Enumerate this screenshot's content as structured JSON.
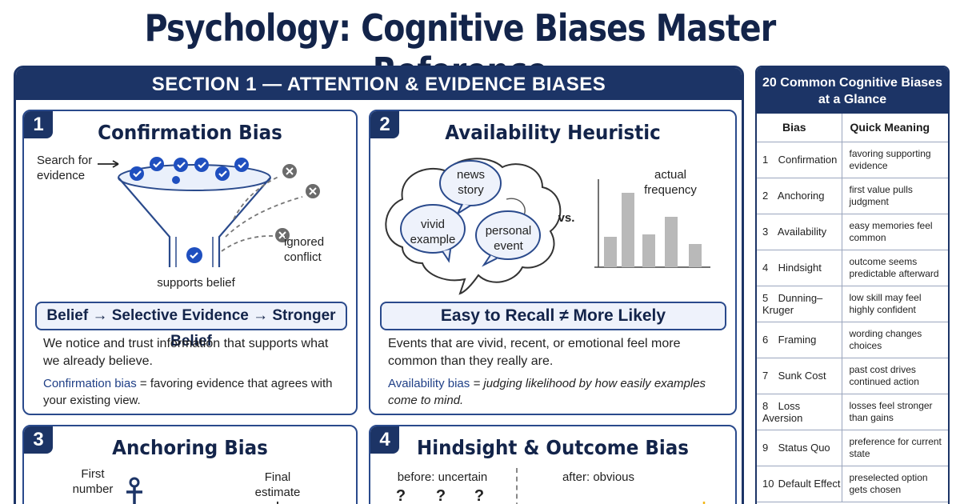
{
  "page_title": "Psychology: Cognitive Biases Master Reference",
  "section": {
    "title": "SECTION 1 — ATTENTION & EVIDENCE BIASES",
    "cards": [
      {
        "number": "1",
        "title": "Confirmation Bias",
        "labels": {
          "search": "Search for evidence",
          "supports": "supports belief",
          "ignored": "ignored conflict"
        },
        "flow": "Belief → Selective Evidence → Stronger Belief",
        "description": "We notice and trust information that supports what we already believe.",
        "definition_term": "Confirmation bias",
        "definition_text": " = favoring evidence that agrees with your existing view."
      },
      {
        "number": "2",
        "title": "Availability Heuristic",
        "bubbles": [
          "news story",
          "vivid example",
          "personal event"
        ],
        "vs": "vs.",
        "chart_label": "actual frequency",
        "flow": "Easy to Recall ≠ More Likely",
        "description": "Events that are vivid, recent, or emotional feel more common than they really are.",
        "definition_term": "Availability bias",
        "definition_text": " = judging likelihood by how easily examples come to mind."
      },
      {
        "number": "3",
        "title": "Anchoring Bias",
        "labels": {
          "first": "First number",
          "final": "Final estimate"
        }
      },
      {
        "number": "4",
        "title": "Hindsight & Outcome Bias",
        "labels": {
          "before": "before: uncertain",
          "after": "after: obvious",
          "q": "?"
        }
      }
    ]
  },
  "glance": {
    "title": "20 Common Cognitive Biases at a Glance",
    "columns": [
      "Bias",
      "Quick Meaning"
    ],
    "rows": [
      {
        "n": "1",
        "bias": "Confirmation",
        "meaning": "favoring supporting evidence"
      },
      {
        "n": "2",
        "bias": "Anchoring",
        "meaning": "first value pulls judgment"
      },
      {
        "n": "3",
        "bias": "Availability",
        "meaning": "easy memories feel common"
      },
      {
        "n": "4",
        "bias": "Hindsight",
        "meaning": "outcome seems predictable afterward"
      },
      {
        "n": "5",
        "bias": "Dunning–Kruger",
        "meaning": "low skill may feel highly confident"
      },
      {
        "n": "6",
        "bias": "Framing",
        "meaning": "wording changes choices"
      },
      {
        "n": "7",
        "bias": "Sunk Cost",
        "meaning": "past cost drives continued action"
      },
      {
        "n": "8",
        "bias": "Loss Aversion",
        "meaning": "losses feel stronger than gains"
      },
      {
        "n": "9",
        "bias": "Status Quo",
        "meaning": "preference for current state"
      },
      {
        "n": "10",
        "bias": "Default Effect",
        "meaning": "preselected option gets chosen"
      }
    ]
  },
  "colors": {
    "navy": "#1c3466",
    "accent": "#2a4a8c",
    "check": "#1f4fbf",
    "x": "#6b6b6b",
    "gold": "#f2b81a"
  }
}
